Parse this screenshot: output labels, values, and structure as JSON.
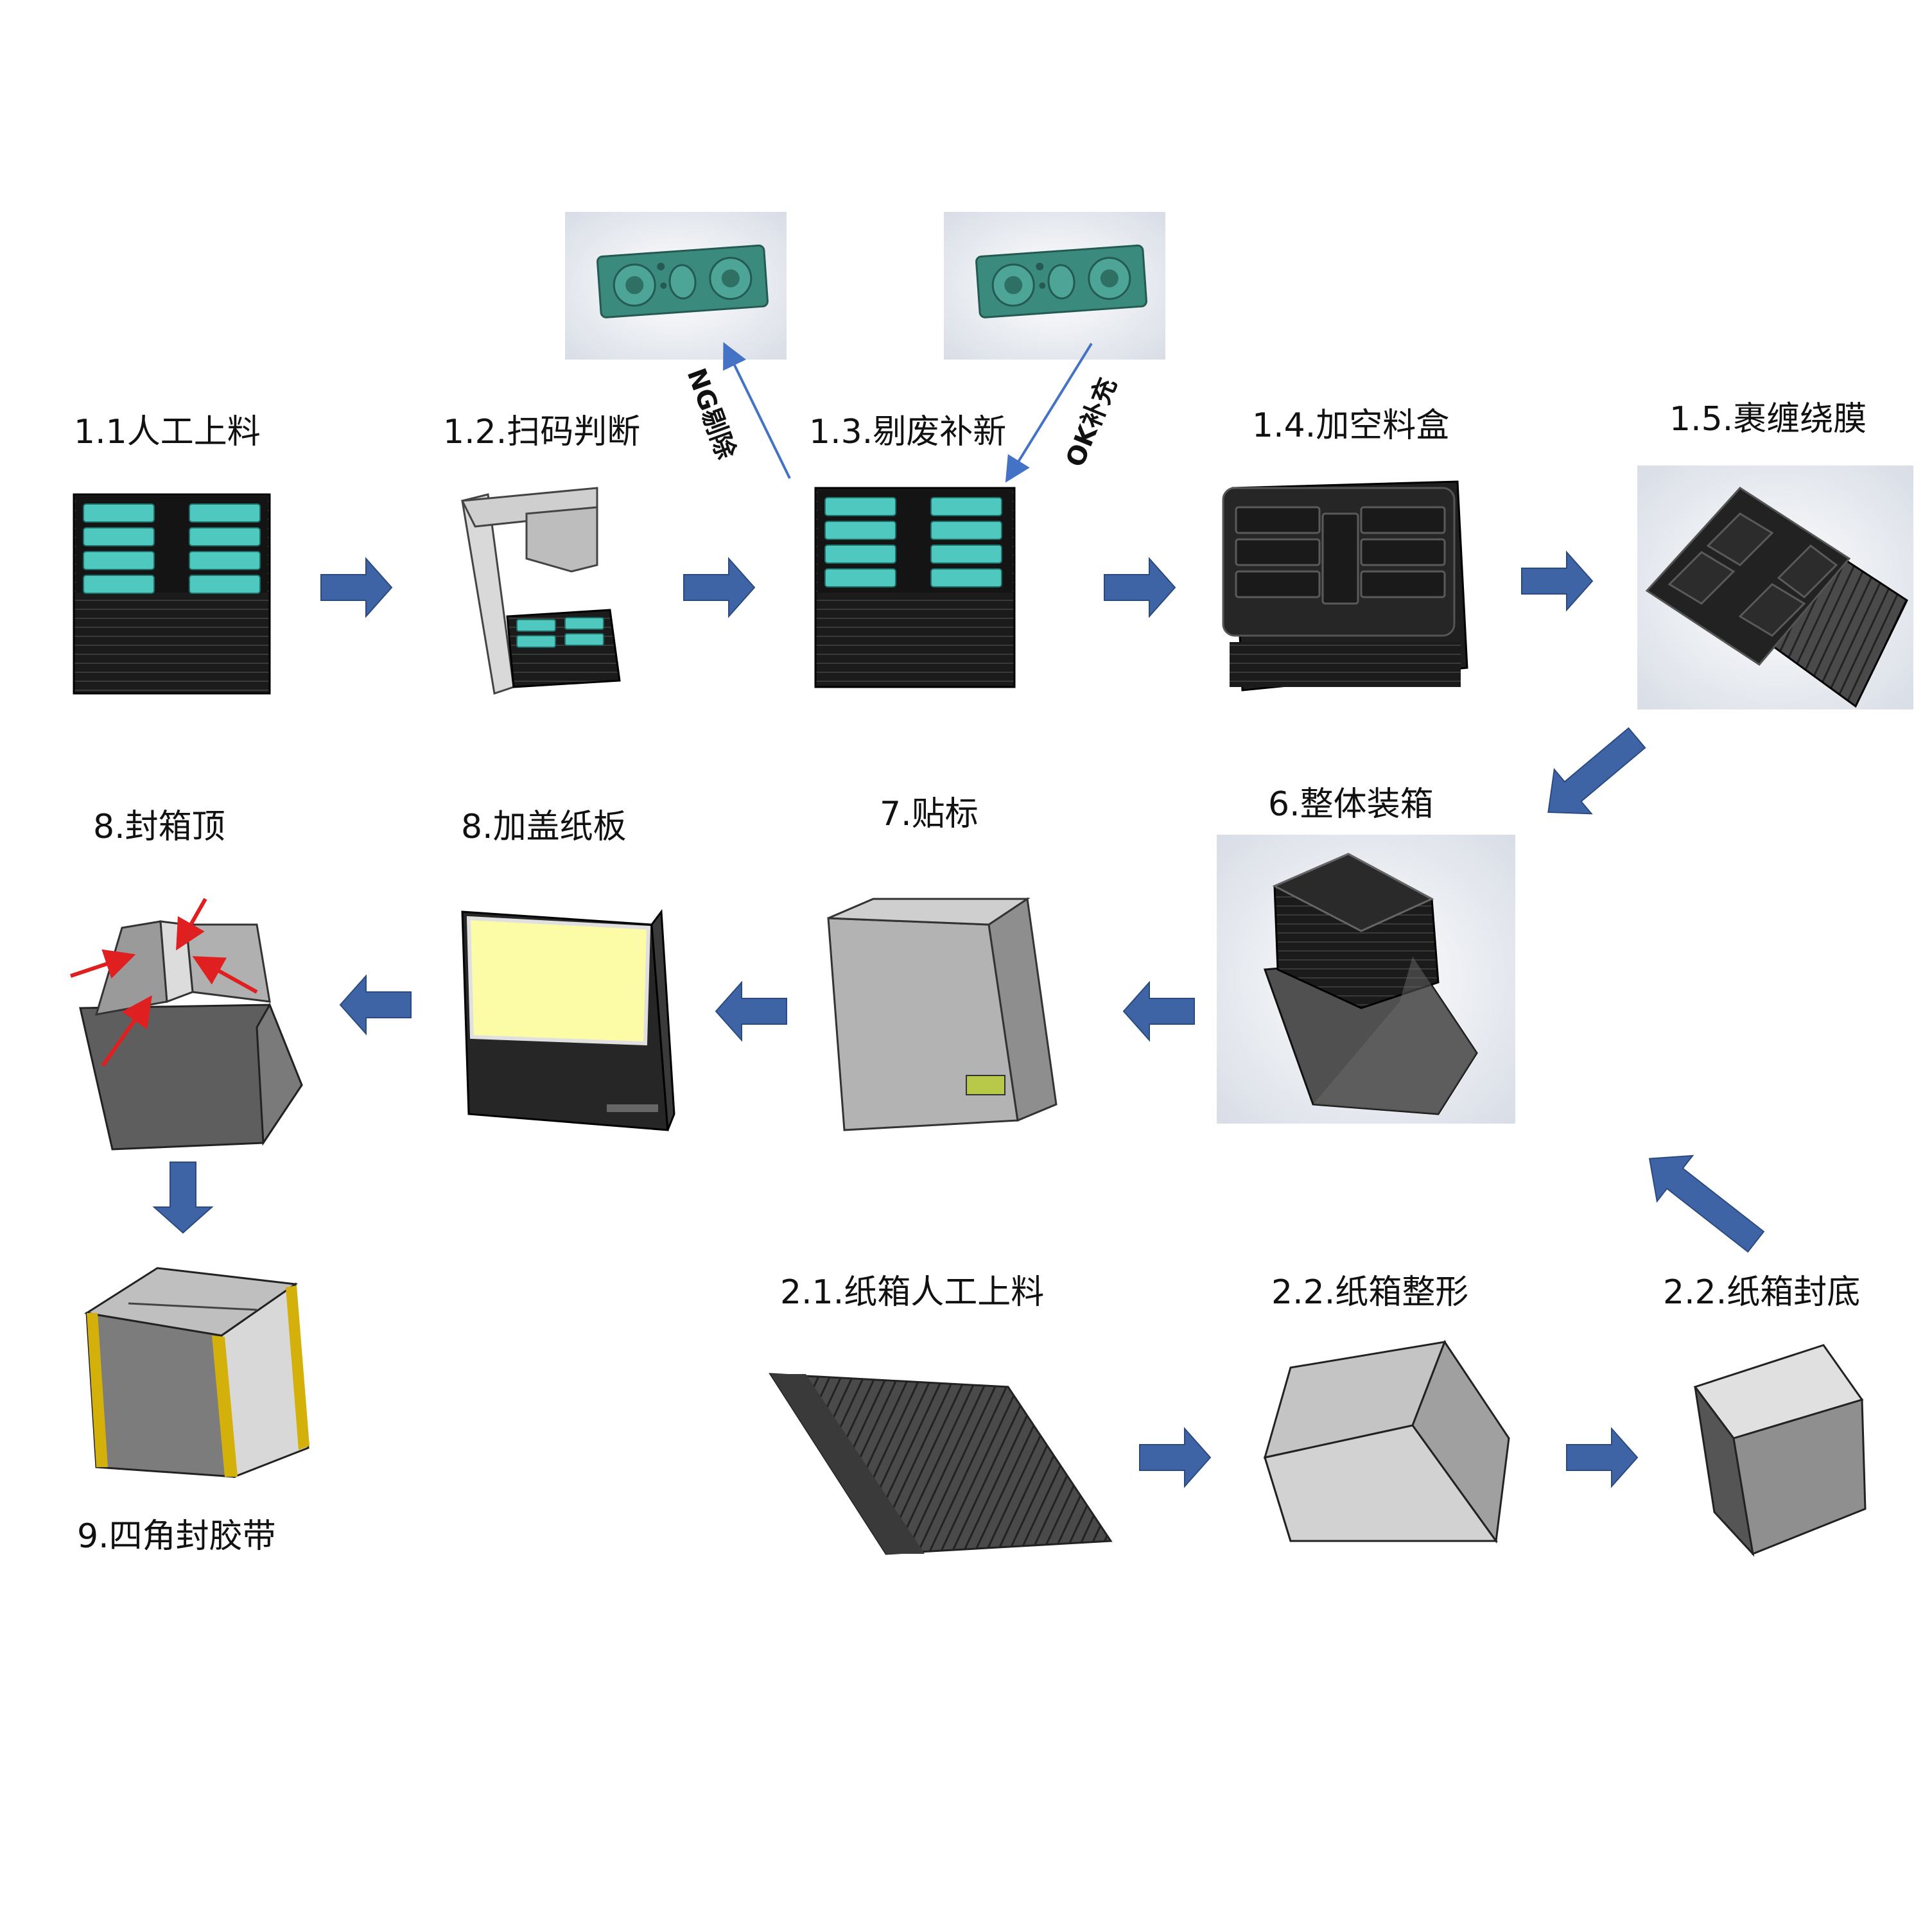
{
  "steps": {
    "s1_1": "1.1人工上料",
    "s1_2": "1.2.扫码判断",
    "s1_3": "1.3.剔废补新",
    "s1_4": "1.4.加空料盒",
    "s1_5": "1.5.裹缠绕膜",
    "s6": "6.整体装箱",
    "s7": "7.贴标",
    "s8a": "8.加盖纸板",
    "s8b": "8.封箱顶",
    "s9": "9.四角封胶带",
    "s2_1": "2.1.纸箱人工上料",
    "s2_2a": "2.2.纸箱整形",
    "s2_2b": "2.2.纸箱封底"
  },
  "side_labels": {
    "ng": "NG剔除",
    "ok": "OK补充"
  },
  "colors": {
    "flow_arrow": "#3f64a6",
    "thin_arrow": "#4472c4",
    "red_arrow": "#e02020",
    "tray_black": "#1a1a1a",
    "cell_teal": "#4fc9c0",
    "cardboard_gray": "#8e8e8e",
    "lid_yellow": "#fdfca6",
    "tape_yellow": "#d4b10a",
    "label_green": "#b8c94a"
  }
}
